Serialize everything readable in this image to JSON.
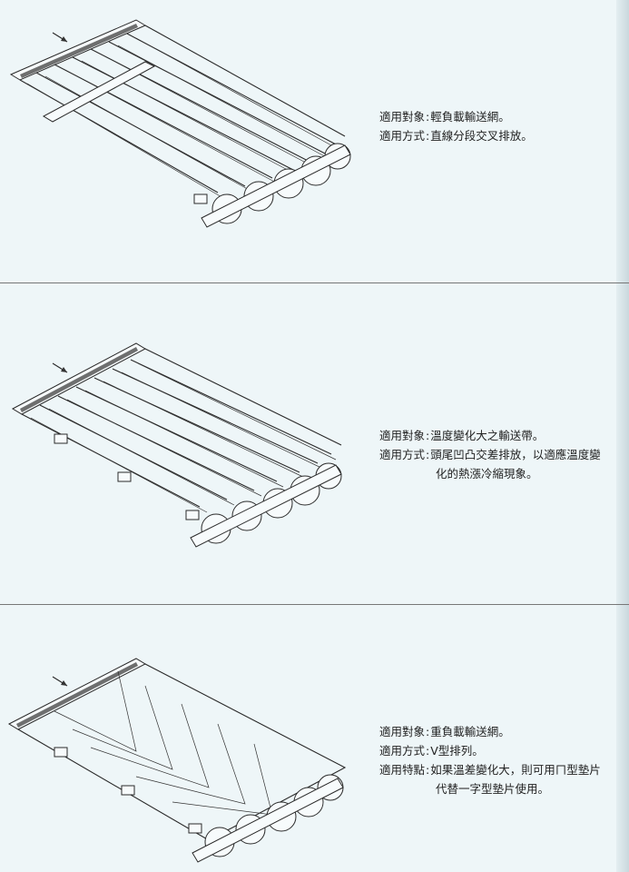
{
  "sections": [
    {
      "figure": "straight-segment-belt-drawing",
      "lines": [
        {
          "key": "適用對象",
          "value": "輕負載輸送網。"
        },
        {
          "key": "適用方式",
          "value": "直線分段交叉排放。"
        }
      ]
    },
    {
      "figure": "staggered-segment-belt-drawing",
      "lines": [
        {
          "key": "適用對象",
          "value": "溫度變化大之輸送帶。"
        },
        {
          "key": "適用方式",
          "value": "頭尾凹凸交差排放，以適應溫度變"
        },
        {
          "key": "",
          "value": "化的熱漲冷縮現象。"
        }
      ]
    },
    {
      "figure": "v-type-belt-drawing",
      "lines": [
        {
          "key": "適用對象",
          "value": "重負載輸送網。"
        },
        {
          "key": "適用方式",
          "value": "V型排列。"
        },
        {
          "key": "適用特點",
          "value": "如果溫差變化大，則可用ㄇ型墊片"
        },
        {
          "key": "",
          "value": "代替一字型墊片使用。"
        }
      ]
    }
  ]
}
